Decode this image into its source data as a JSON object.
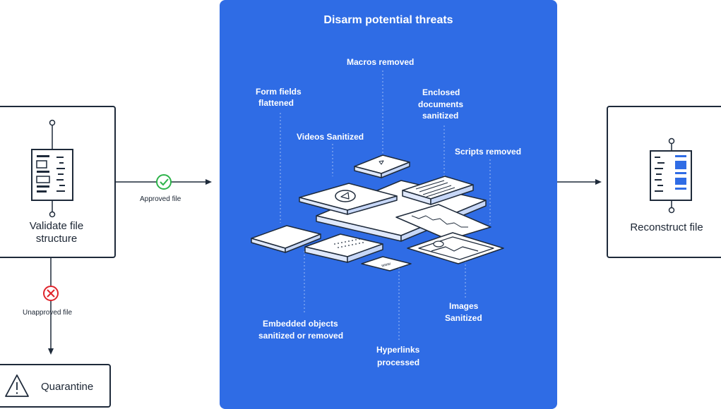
{
  "validate": {
    "label_line1": "Validate file",
    "label_line2": "structure"
  },
  "approved": {
    "label": "Approved file"
  },
  "unapproved": {
    "label": "Unapproved file"
  },
  "quarantine": {
    "label": "Quarantine"
  },
  "reconstruct": {
    "label": "Reconstruct file"
  },
  "disarm": {
    "title": "Disarm potential threats",
    "macros": "Macros removed",
    "form_fields_1": "Form fields",
    "form_fields_2": "flattened",
    "enclosed_1": "Enclosed",
    "enclosed_2": "documents",
    "enclosed_3": "sanitized",
    "videos": "Videos Sanitized",
    "scripts": "Scripts removed",
    "embedded_1": "Embedded objects",
    "embedded_2": "sanitized or removed",
    "images_1": "Images",
    "images_2": "Sanitized",
    "hyperlinks_1": "Hyperlinks",
    "hyperlinks_2": "processed",
    "www": "www"
  },
  "colors": {
    "panel": "#2f6ce5",
    "ok": "#2db34a",
    "fail": "#e0242b",
    "dark": "#1e2a3a",
    "accent": "#2f6ce5"
  }
}
